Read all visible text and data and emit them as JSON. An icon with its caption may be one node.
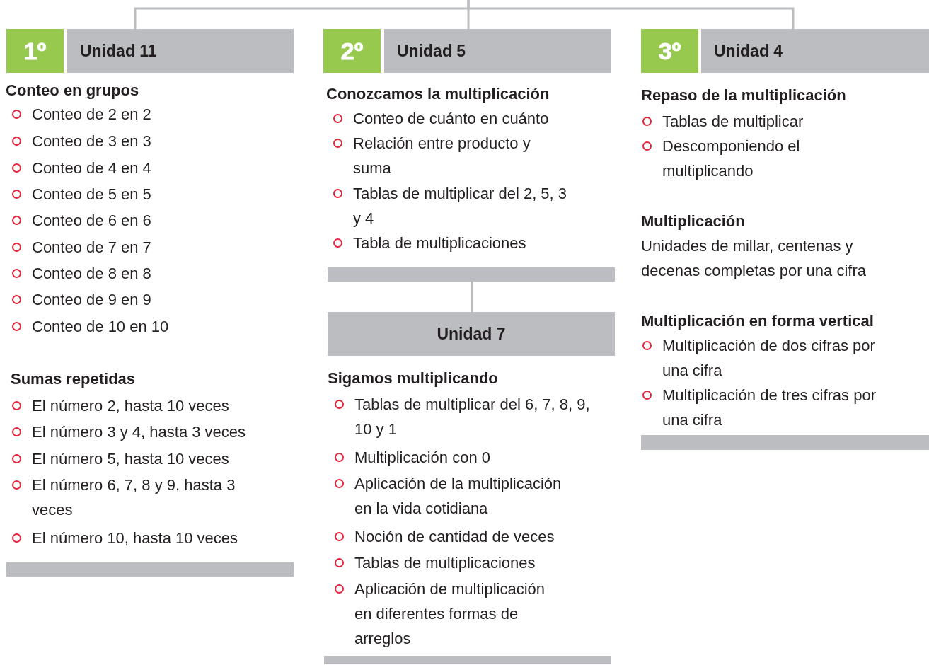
{
  "diagram": {
    "nodes": [
      {
        "text": [
          "1º"
        ]
      },
      {
        "text": [
          "Unidad 11"
        ]
      },
      {
        "text": [
          "2º"
        ]
      },
      {
        "text": [
          "Unidad 5"
        ]
      },
      {
        "text": [
          "3º"
        ]
      },
      {
        "text": [
          "Unidad 4"
        ]
      },
      {
        "text": [],
        "shape": "bar"
      },
      {
        "text": [],
        "shape": "bar"
      },
      {
        "text": [
          "Unidad 7"
        ]
      },
      {
        "text": [],
        "shape": "bar"
      },
      {
        "text": [],
        "shape": "bar"
      }
    ],
    "edges": [
      {
        "from": null,
        "to": 1,
        "arrow": "none"
      },
      {
        "from": null,
        "to": 3,
        "arrow": "none"
      },
      {
        "from": null,
        "to": 5,
        "arrow": "none"
      },
      {
        "from": 7,
        "to": 8,
        "arrow": "none"
      }
    ],
    "labels": [
      "Conteo en grupos",
      "Conteo de 2 en 2",
      "Conteo de 3 en 3",
      "Conteo de 4 en 4",
      "Conteo de 5 en 5",
      "Conteo de 6 en 6",
      "Conteo de 7 en 7",
      "Conteo de 8 en 8",
      "Conteo de 9 en 9",
      "Conteo de 10 en 10",
      "Sumas repetidas",
      "El número 2, hasta 10 veces",
      "El número 3 y 4, hasta 3 veces",
      "El número 5, hasta 10 veces",
      "El número 6, 7, 8 y 9, hasta 3 veces",
      "El número 10, hasta 10 veces",
      "Conozcamos la multiplicación",
      "Conteo de cuánto en cuánto",
      "Relación entre producto y suma",
      "Tablas de multiplicar del 2, 5, 3 y 4",
      "Tabla de multiplicaciones",
      "Sigamos multiplicando",
      "Tablas de multiplicar del 6, 7, 8, 9, 10 y 1",
      "Multiplicación con 0",
      "Aplicación de la multiplicación en la vida cotidiana",
      "Noción de cantidad de veces",
      "Tablas de multiplicaciones",
      "Aplicación de multiplicación en diferentes formas de arreglos",
      "Repaso de la multiplicación",
      "Tablas de multiplicar",
      "Descomponiendo el multiplicando",
      "Multiplicación",
      "Unidades de millar, centenas y decenas completas por una cifra",
      "Multiplicación en forma vertical",
      "Multiplicación de dos cifras por una cifra",
      "Multiplicación de tres cifras por una cifra"
    ]
  }
}
